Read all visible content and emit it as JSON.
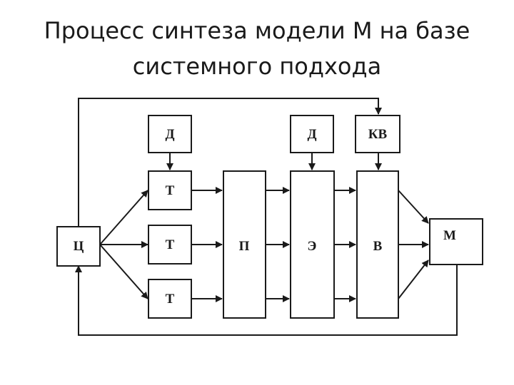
{
  "title": {
    "line1": "Процесс синтеза модели М на базе",
    "line2": "системного подхода"
  },
  "diagram": {
    "nodes": {
      "ts": "Ц",
      "d1": "Д",
      "d2": "Д",
      "kv": "КВ",
      "t1": "Т",
      "t2": "Т",
      "t3": "Т",
      "p": "П",
      "e": "Э",
      "v": "В",
      "m": "М"
    }
  }
}
